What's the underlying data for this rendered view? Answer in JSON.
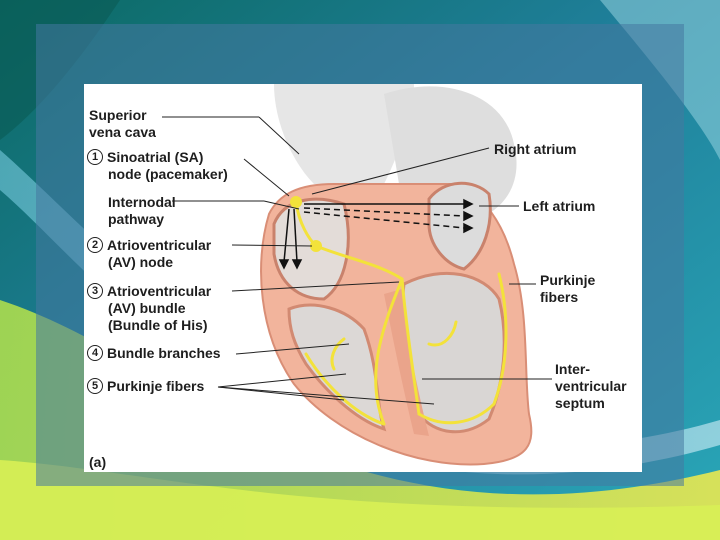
{
  "labels": {
    "superior_vena_cava": [
      "Superior",
      "vena cava"
    ],
    "sa_node": {
      "number": "1",
      "lines": [
        "Sinoatrial (SA)",
        "node (pacemaker)"
      ]
    },
    "internodal": [
      "Internodal",
      "pathway"
    ],
    "av_node": {
      "number": "2",
      "lines": [
        "Atrioventricular",
        "(AV) node"
      ]
    },
    "av_bundle": {
      "number": "3",
      "lines": [
        "Atrioventricular",
        "(AV) bundle",
        "(Bundle of His)"
      ]
    },
    "bundle_branches": {
      "number": "4",
      "text": "Bundle branches"
    },
    "purkinje_left": {
      "number": "5",
      "text": "Purkinje fibers"
    },
    "right_atrium": "Right atrium",
    "left_atrium": "Left atrium",
    "purkinje_right": [
      "Purkinje",
      "fibers"
    ],
    "septum": [
      "Inter-",
      "ventricular",
      "septum"
    ],
    "panel_tag": "(a)"
  },
  "colors": {
    "muscle": "#f2b49c",
    "muscle_dark": "#e08a72",
    "conduction": "#f3e23a",
    "vessel": "#e8e8e8",
    "label_text": "#1e1e1e"
  }
}
